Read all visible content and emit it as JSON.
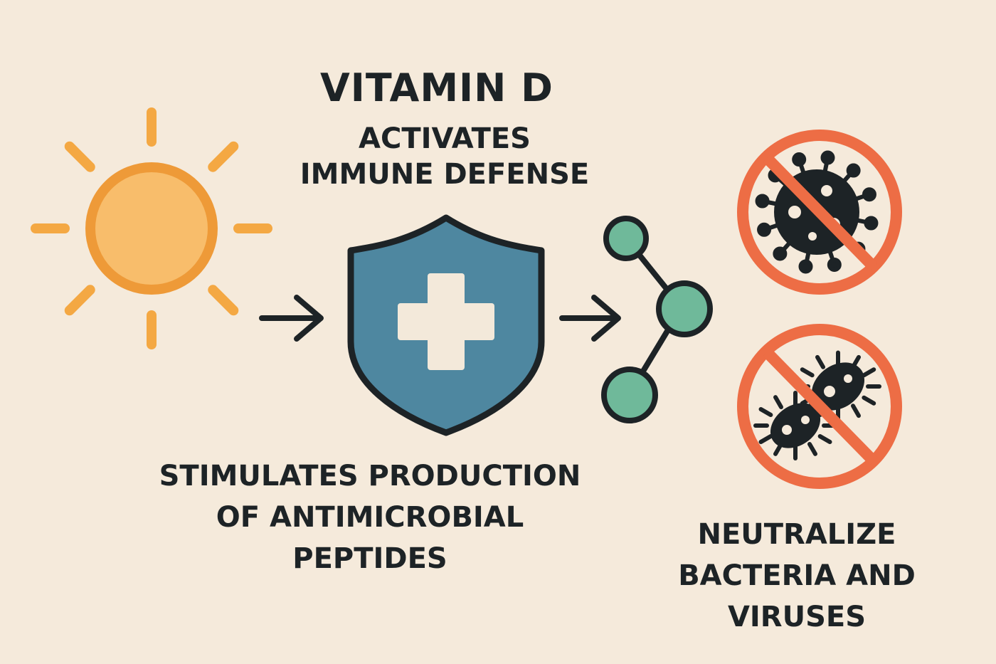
{
  "title": {
    "main": "VITAMIN D",
    "lines": [
      "ACTIVATES",
      "IMMUNE DEFENSE"
    ]
  },
  "steps": {
    "sun": {
      "icon": "sun-icon"
    },
    "shield": {
      "icon": "medical-shield-icon"
    },
    "peptides": {
      "icon": "peptide-molecule-icon",
      "caption": [
        "STIMULATES PRODUCTION",
        "OF ANTIMICROBIAL",
        "PEPTIDES"
      ]
    },
    "neutralize": {
      "icons": [
        "no-virus-icon",
        "no-bacteria-icon"
      ],
      "caption": [
        "NEUTRALIZE",
        "BACTERIA AND",
        "VIRUSES"
      ]
    }
  },
  "colors": {
    "background": "#f5eadb",
    "text": "#1d2326",
    "sun_fill": "#f8bd6b",
    "sun_outline": "#ee9a38",
    "shield_fill": "#4e87a0",
    "cross": "#f3e9da",
    "molecule_fill": "#6fb99a",
    "prohibition": "#ed6d45",
    "pathogen": "#1d2326"
  }
}
